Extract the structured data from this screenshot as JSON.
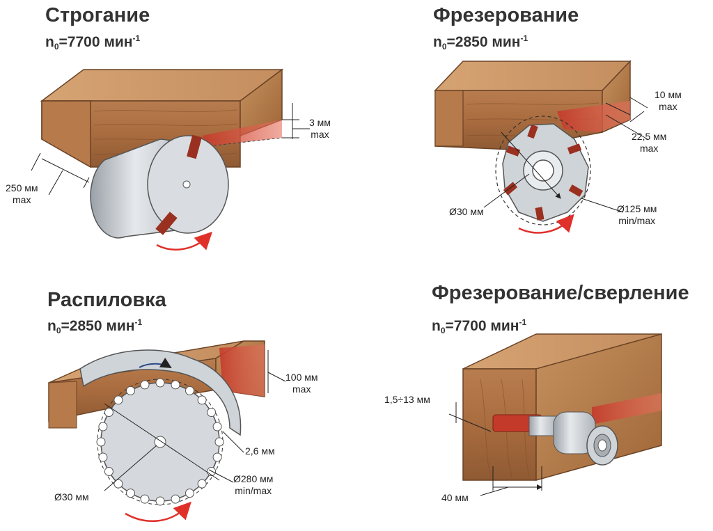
{
  "panels": {
    "planing": {
      "title": "Строгание",
      "speed_prefix": "n",
      "speed_sub": "0",
      "speed_value": "=7700 мин",
      "speed_sup": "-1",
      "depth_value": "3 мм",
      "depth_qual": "max",
      "width_value": "250 мм",
      "width_qual": "max"
    },
    "milling": {
      "title": "Фрезерование",
      "speed_prefix": "n",
      "speed_sub": "0",
      "speed_value": "=2850 мин",
      "speed_sup": "-1",
      "width_value": "10 мм",
      "width_qual": "max",
      "depth_value": "22,5 мм",
      "depth_qual": "max",
      "bore_value": "Ø30 мм",
      "dia_value": "Ø125 мм",
      "dia_qual": "min/max"
    },
    "sawing": {
      "title": "Распиловка",
      "speed_prefix": "n",
      "speed_sub": "0",
      "speed_value": "=2850 мин",
      "speed_sup": "-1",
      "height_value": "100 мм",
      "height_qual": "max",
      "kerf_value": "2,6 мм",
      "bore_value": "Ø30 мм",
      "dia_value": "Ø280 мм",
      "dia_qual": "min/max"
    },
    "drilling": {
      "title": "Фрезерование/сверление",
      "speed_prefix": "n",
      "speed_sub": "0",
      "speed_value": "=7700 мин",
      "speed_sup": "-1",
      "dia_value": "1,5÷13 мм",
      "depth_value": "40 мм"
    }
  },
  "colors": {
    "wood_light": "#c99263",
    "wood_dark": "#8a5630",
    "cut_red": "#d9533f",
    "steel": "#c9ced3",
    "arrow_red": "#e0302a"
  }
}
